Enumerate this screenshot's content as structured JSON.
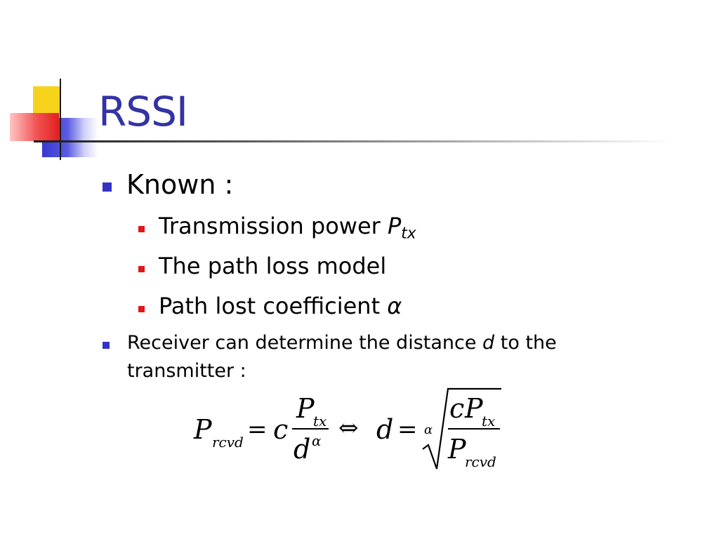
{
  "slide": {
    "title": "RSSI",
    "colors": {
      "title": "#3333a4",
      "bullet_main": "#3333c8",
      "bullet_sub": "#e01818"
    },
    "bullets": {
      "known": {
        "text": "Known :"
      },
      "tx_power": {
        "text": "Transmission power ",
        "var": "P",
        "sub": "tx"
      },
      "path_model": {
        "text": "The path loss model"
      },
      "path_coef": {
        "text": "Path lost coefficient ",
        "var": "α"
      },
      "receiver": {
        "line1_pre": "Receiver can determine the distance ",
        "line1_var": "d",
        "line1_post": " to the",
        "line2": "transmitter :"
      }
    },
    "formula": {
      "lhs_var": "P",
      "lhs_sub": "rcvd",
      "eq1": "=",
      "c": "c",
      "num_var": "P",
      "num_sub": "tx",
      "den_var": "d",
      "den_exp": "α",
      "iff": "⇔",
      "d": "d",
      "eq2": "=",
      "root_index": "α",
      "rad_num_c": "c",
      "rad_num_var": "P",
      "rad_num_sub": "tx",
      "rad_den_var": "P",
      "rad_den_sub": "rcvd"
    }
  }
}
